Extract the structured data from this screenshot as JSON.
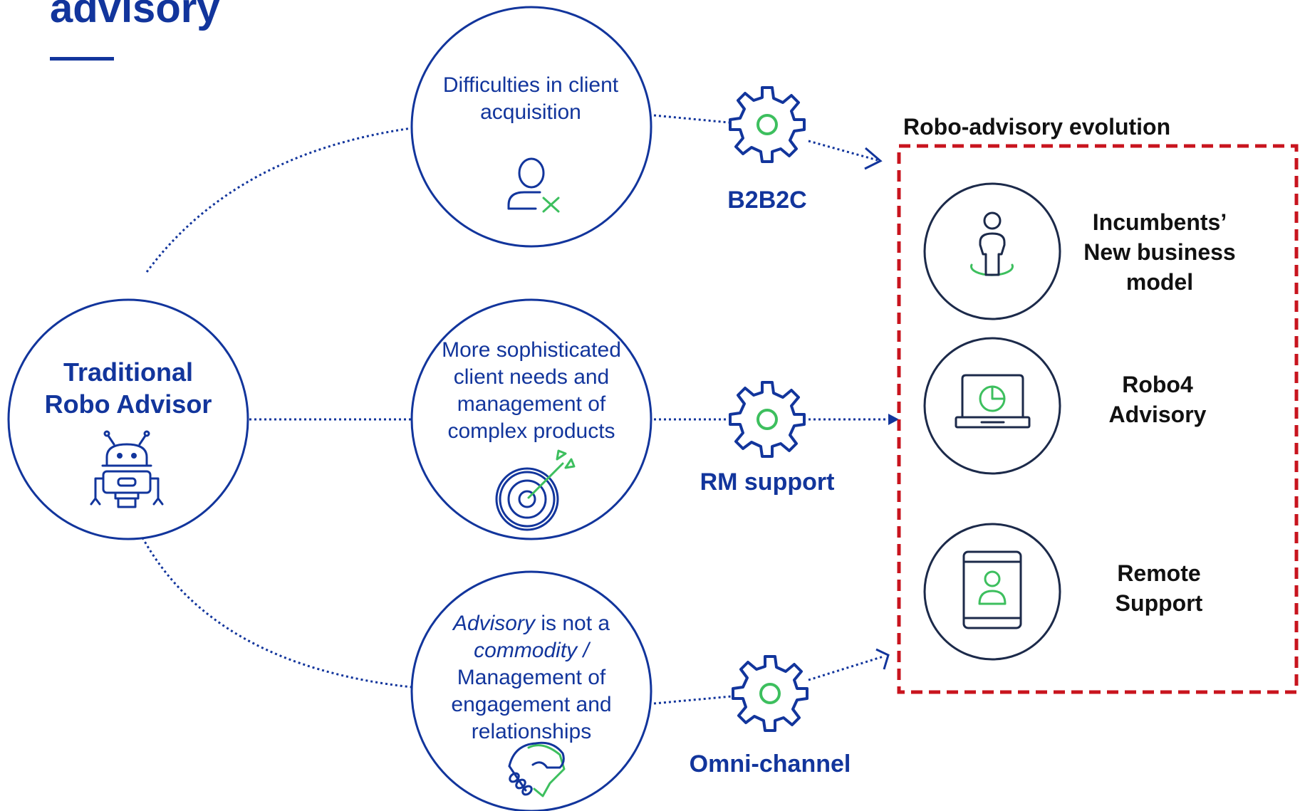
{
  "title": "advisory",
  "colors": {
    "navy": "#12359c",
    "dark_navy": "#1c2a4a",
    "green": "#3dbf5e",
    "red_dashed": "#c8141e"
  },
  "traditional": {
    "line1": "Traditional",
    "line2": "Robo Advisor",
    "icon": "robot-icon"
  },
  "challenges": [
    {
      "lines": [
        "Difficulties in client",
        "acquisition"
      ],
      "icon": "user-remove-icon"
    },
    {
      "lines": [
        "More sophisticated",
        "client needs and",
        "management of",
        "complex products"
      ],
      "icon": "target-arrow-icon"
    },
    {
      "line1_italic": "Advisory",
      "line1_rest": " is not a",
      "line2_italic": "commodity /",
      "lines_rest": [
        "Management of",
        "engagement and",
        "relationships"
      ],
      "icon": "handshake-icon"
    }
  ],
  "gears": [
    {
      "label": "B2B2C",
      "icon": "gear-icon"
    },
    {
      "label": "RM support",
      "icon": "gear-icon"
    },
    {
      "label": "Omni-channel",
      "icon": "gear-icon"
    }
  ],
  "evolution": {
    "title": "Robo-advisory evolution",
    "items": [
      {
        "lines": [
          "Incumbents’",
          "New business",
          "model"
        ],
        "icon": "person-pin-icon"
      },
      {
        "lines": [
          "Robo4",
          "Advisory"
        ],
        "icon": "laptop-chart-icon"
      },
      {
        "lines": [
          "Remote",
          "Support"
        ],
        "icon": "tablet-user-icon"
      }
    ]
  }
}
